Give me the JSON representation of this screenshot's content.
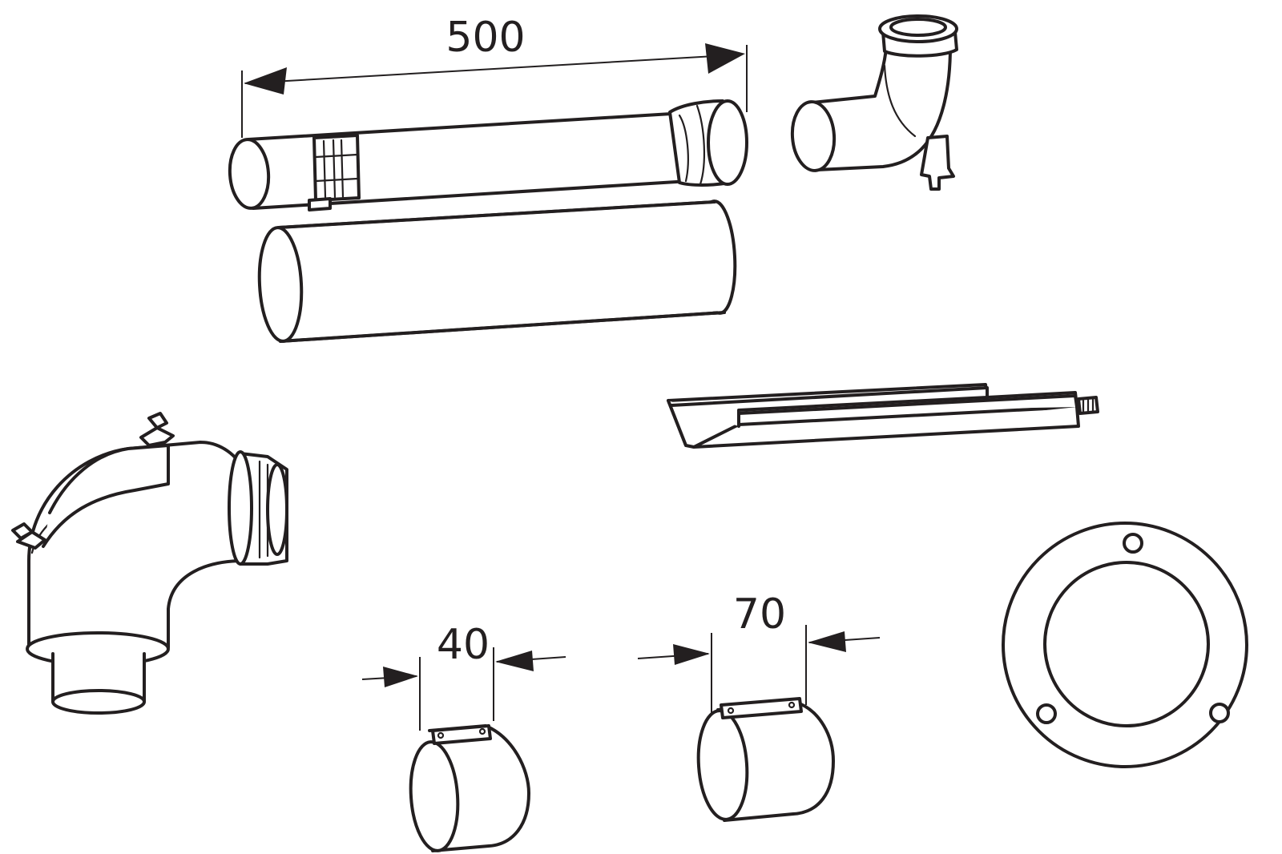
{
  "dimensions": {
    "pipe_length": "500",
    "clamp_small_width": "40",
    "clamp_large_width": "70"
  },
  "colors": {
    "line": "#231f20",
    "background": "#ffffff"
  }
}
